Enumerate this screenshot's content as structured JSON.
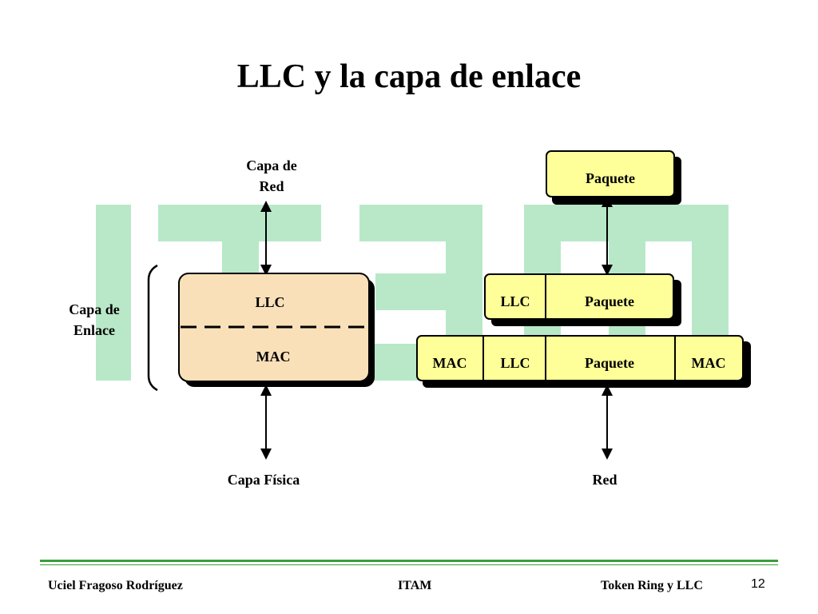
{
  "slide": {
    "title": "LLC y la capa de enlace",
    "watermark_color": "#b8e8c8"
  },
  "left_stack": {
    "top_label": [
      "Capa de",
      "Red"
    ],
    "side_label": [
      "Capa de",
      "Enlace"
    ],
    "box_top": "LLC",
    "box_bottom": "MAC",
    "bottom_label": "Capa Física",
    "box_color": "#f9e0b9"
  },
  "right_stack": {
    "packet": "Paquete",
    "llc_row": [
      "LLC",
      "Paquete"
    ],
    "mac_row": [
      "MAC",
      "LLC",
      "Paquete",
      "MAC"
    ],
    "bottom_label": "Red",
    "cell_color": "#ffff99"
  },
  "footer": {
    "author": "Uciel Fragoso Rodríguez",
    "institution": "ITAM",
    "topic": "Token Ring y LLC",
    "page": "12"
  }
}
